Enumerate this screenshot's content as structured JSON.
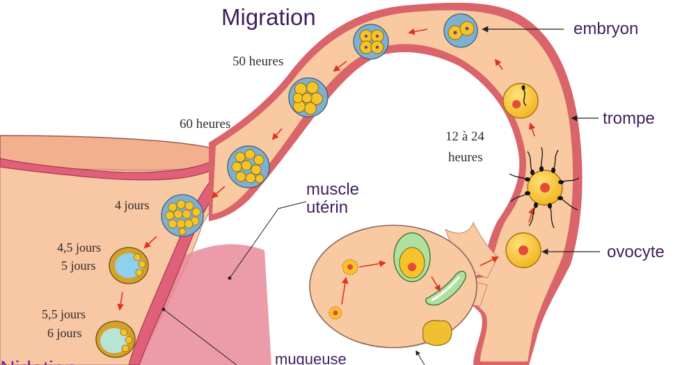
{
  "title": "Migration",
  "labels": {
    "embryon": "embryon",
    "trompe": "trompe",
    "ovocyte": "ovocyte",
    "muscle_uterin_line1": "muscle",
    "muscle_uterin_line2": "utérin",
    "muqueuse": "muqueuse",
    "nidation": "Nidation"
  },
  "times": {
    "h50": "50 heures",
    "h60": "60 heures",
    "h12_24_line1": "12 à 24",
    "h12_24_line2": "heures",
    "j4": "4 jours",
    "j4_5_line1": "4,5 jours",
    "j4_5_line2": "5 jours",
    "j5_5_line1": "5,5 jours",
    "j5_5_line2": "6 jours"
  },
  "colors": {
    "tissue": "#f9c9a1",
    "tube_wall": "#d9646a",
    "mucosa": "#e0607a",
    "arrow": "#e0321e",
    "cell_yellow": "#f4c428",
    "cell_blue": "#7fb0cf",
    "label": "#3f1e5c"
  }
}
